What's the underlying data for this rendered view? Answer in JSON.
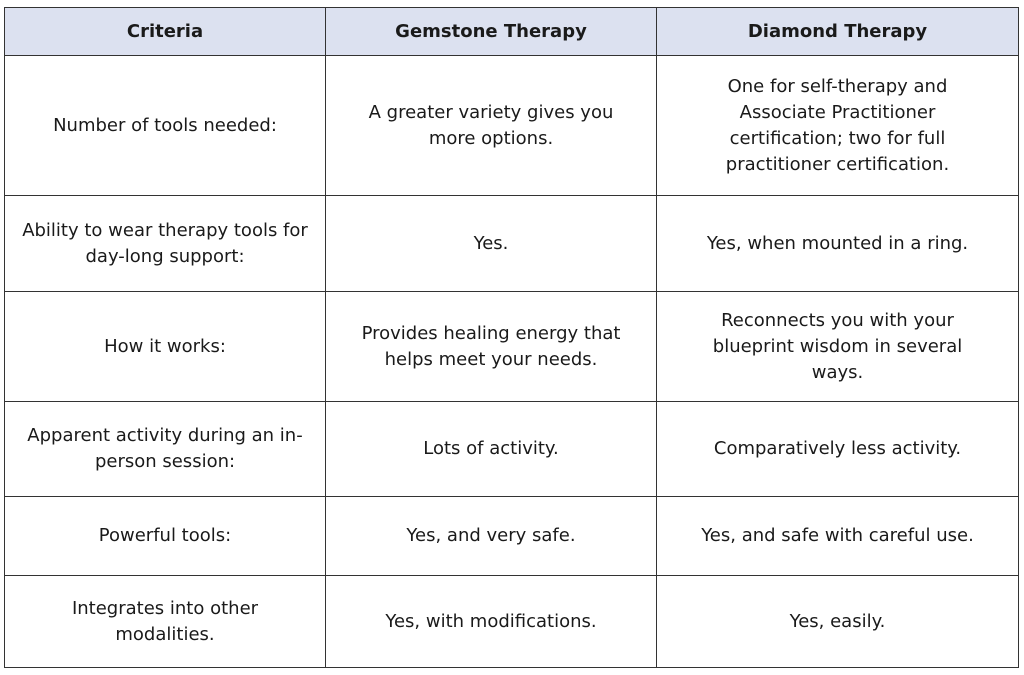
{
  "headers": [
    "Criteria",
    "Gemstone Therapy",
    "Diamond Therapy"
  ],
  "rows": [
    {
      "criteria": "Number of tools needed:",
      "gemstone": "A greater variety gives you more options.",
      "diamond": "One for self-therapy and Associate Practitioner certification; two for full practitioner certification."
    },
    {
      "criteria": "Ability to wear therapy tools for day-long support:",
      "gemstone": "Yes.",
      "diamond": "Yes, when mounted in a ring."
    },
    {
      "criteria": "How it works:",
      "gemstone": "Provides healing energy that helps meet your needs.",
      "diamond": "Reconnects you with your blueprint wisdom in several ways."
    },
    {
      "criteria": "Apparent activity during an in-person session:",
      "gemstone": "Lots of activity.",
      "diamond": "Comparatively less activity."
    },
    {
      "criteria": "Powerful tools:",
      "gemstone": "Yes, and very safe.",
      "diamond": "Yes, and safe with careful use."
    },
    {
      "criteria": "Integrates into other modalities.",
      "gemstone": "Yes, with modifications.",
      "diamond": "Yes, easily."
    }
  ]
}
